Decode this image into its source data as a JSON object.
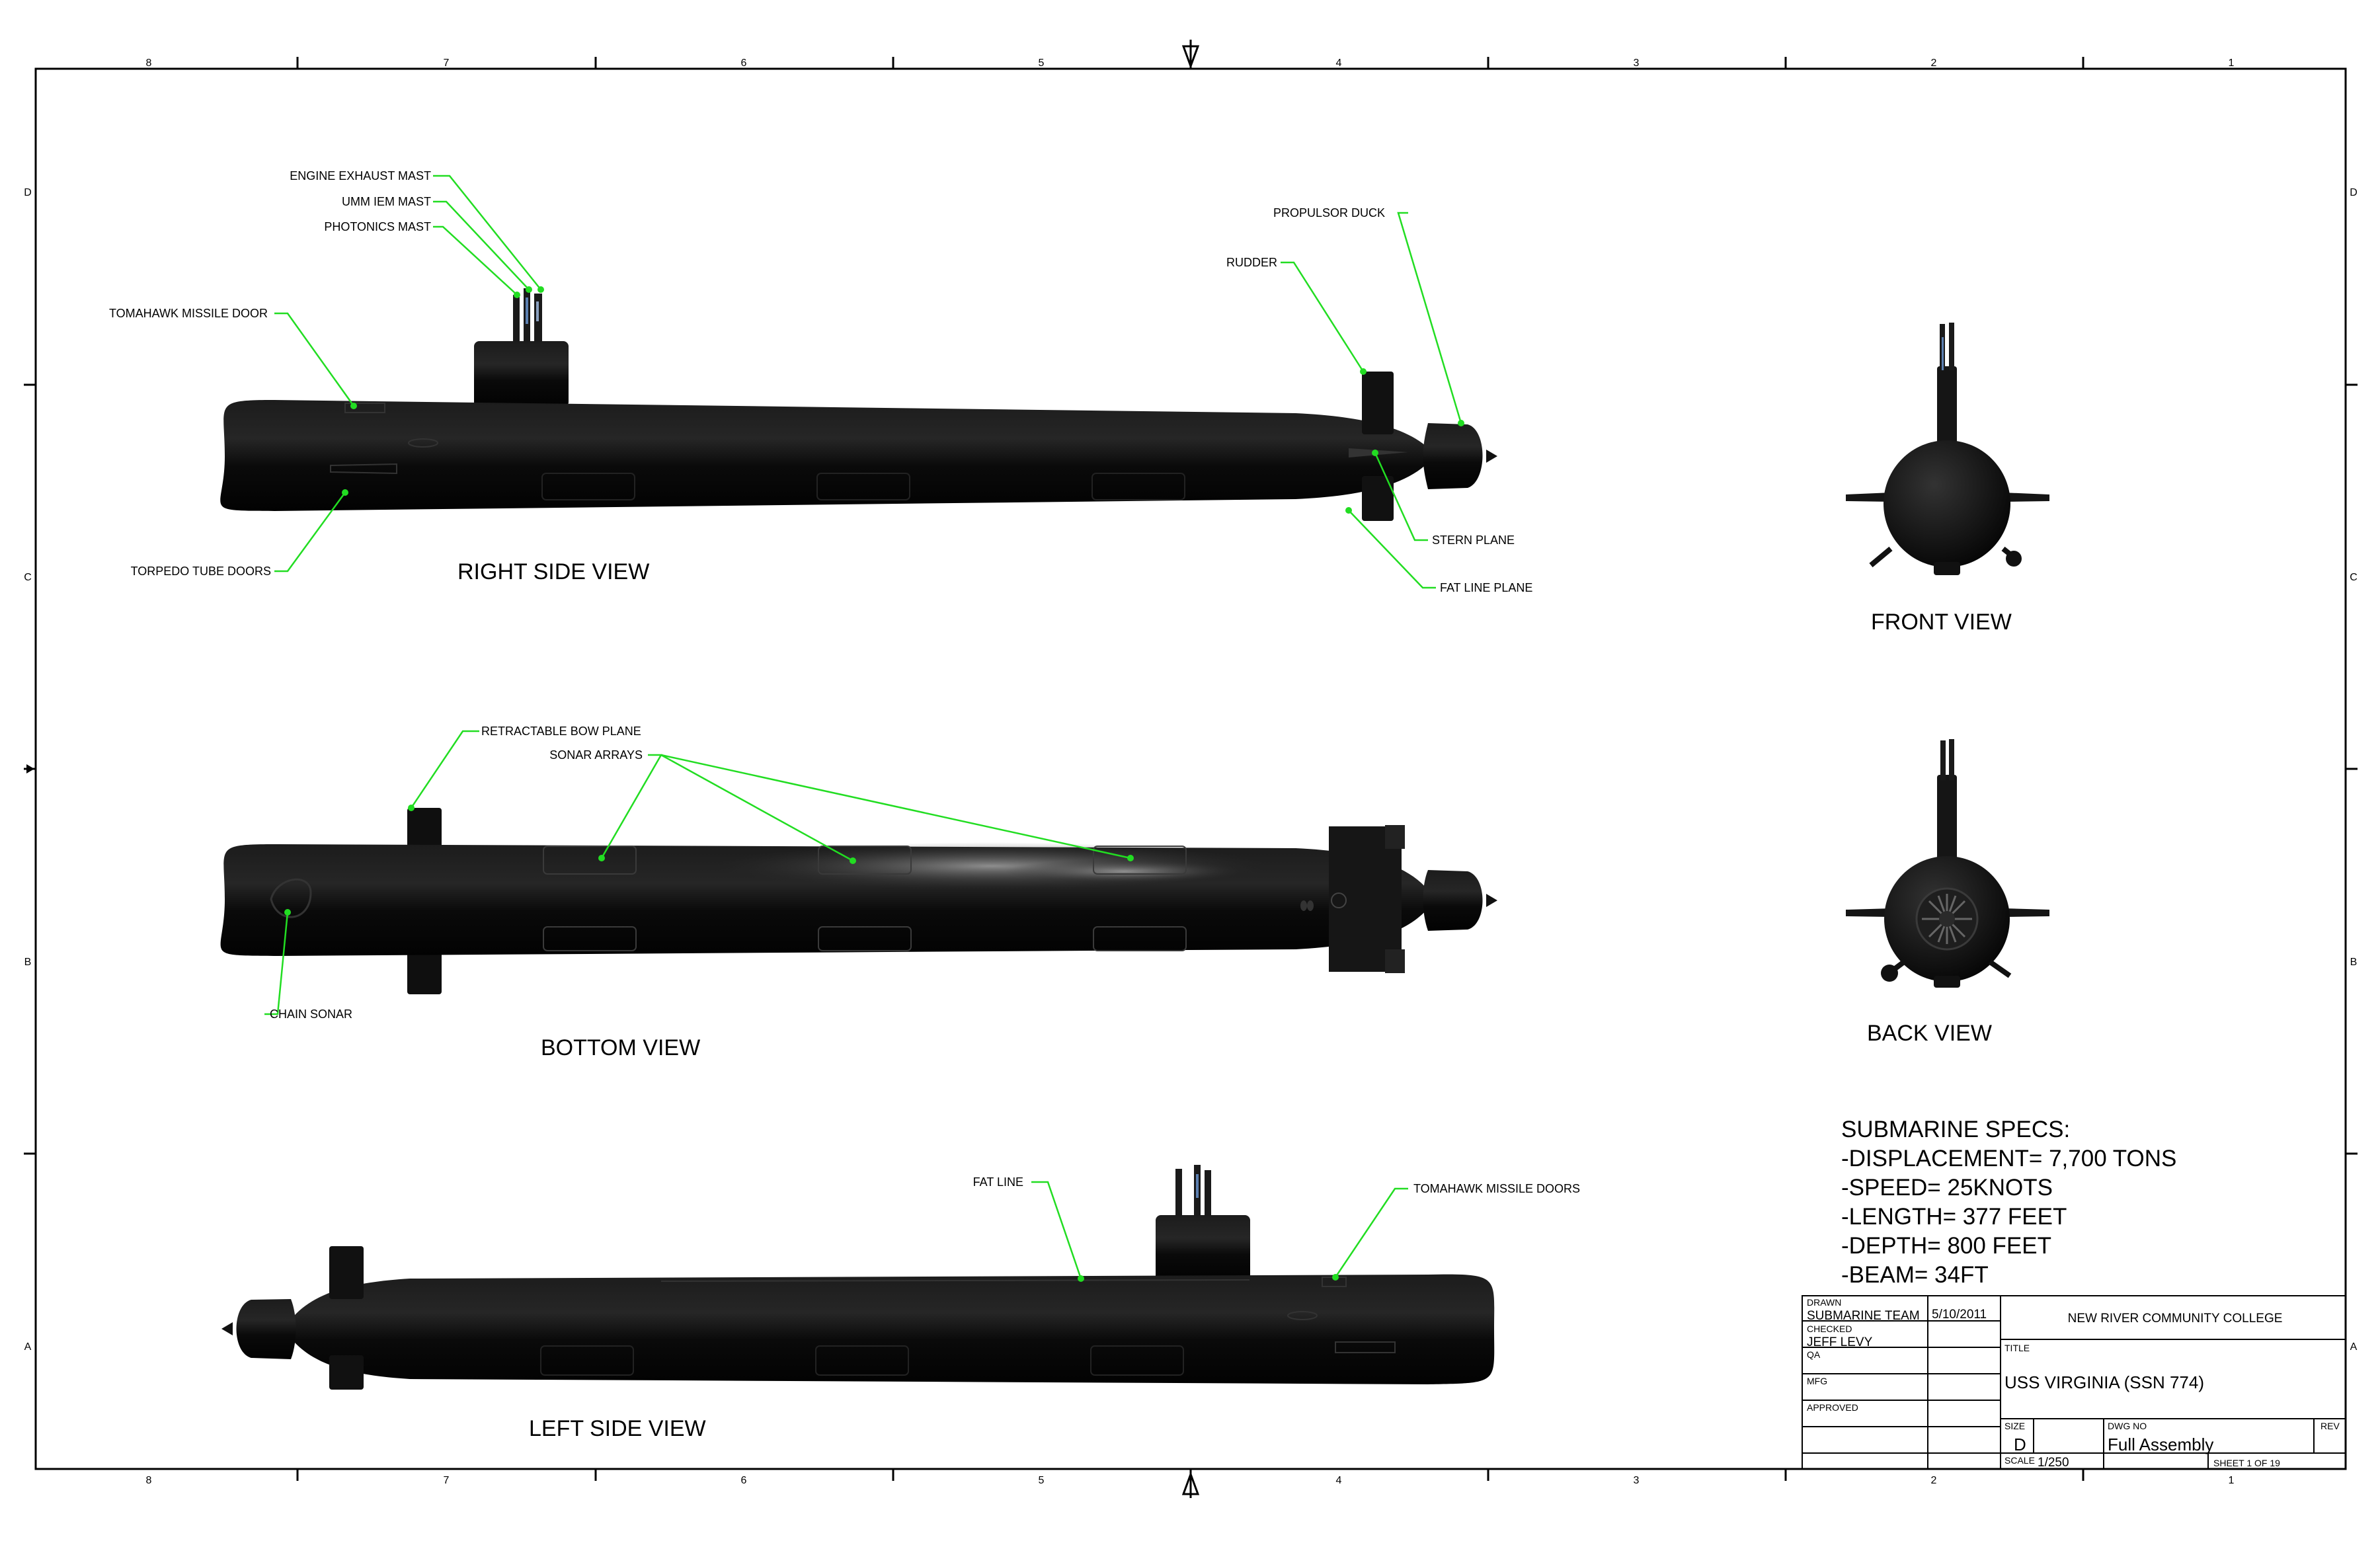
{
  "zone_labels": {
    "columns": [
      "8",
      "7",
      "6",
      "5",
      "4",
      "3",
      "2",
      "1"
    ],
    "rows": [
      "D",
      "C",
      "B",
      "A"
    ]
  },
  "views": {
    "right_side": "RIGHT SIDE VIEW",
    "bottom": "BOTTOM VIEW",
    "left_side": "LEFT SIDE VIEW",
    "front": "FRONT VIEW",
    "back": "BACK VIEW"
  },
  "callouts": {
    "engine_exhaust_mast": "ENGINE EXHAUST MAST",
    "umm_iem_mast": "UMM IEM MAST",
    "photonics_mast": "PHOTONICS MAST",
    "tomahawk_missile_door": "TOMAHAWK MISSILE DOOR",
    "torpedo_tube_doors": "TORPEDO TUBE DOORS",
    "propulsor_duck": "PROPULSOR DUCK",
    "rudder": "RUDDER",
    "stern_plane": "STERN PLANE",
    "fat_line_plane": "FAT LINE PLANE",
    "retractable_bow_plane": "RETRACTABLE BOW PLANE",
    "sonar_arrays": "SONAR ARRAYS",
    "chain_sonar": "CHAIN SONAR",
    "fat_line": "FAT LINE",
    "tomahawk_missile_doors": "TOMAHAWK MISSILE DOORS"
  },
  "specs": {
    "heading": "SUBMARINE SPECS:",
    "lines": [
      "-DISPLACEMENT= 7,700 TONS",
      "-SPEED= 25KNOTS",
      "-LENGTH= 377 FEET",
      "-DEPTH= 800 FEET",
      "-BEAM= 34FT"
    ]
  },
  "title_block": {
    "drawn_label": "DRAWN",
    "drawn_by": "SUBMARINE TEAM",
    "drawn_date": "5/10/2011",
    "checked_label": "CHECKED",
    "checked_by": "JEFF LEVY",
    "qa_label": "QA",
    "mfg_label": "MFG",
    "approved_label": "APPROVED",
    "company": "NEW RIVER COMMUNITY COLLEGE",
    "title_label": "TITLE",
    "title": "USS VIRGINIA  (SSN 774)",
    "size_label": "SIZE",
    "size": "D",
    "dwg_no_label": "DWG NO",
    "dwg_no": "Full Assembly",
    "rev_label": "REV",
    "scale_label": "SCALE",
    "scale": "1/250",
    "sheet": "SHEET 1 OF 19"
  },
  "colors": {
    "hull": "#0b0b0b",
    "leader": "#22dd22",
    "frame": "#000000",
    "paper": "#ffffff"
  }
}
